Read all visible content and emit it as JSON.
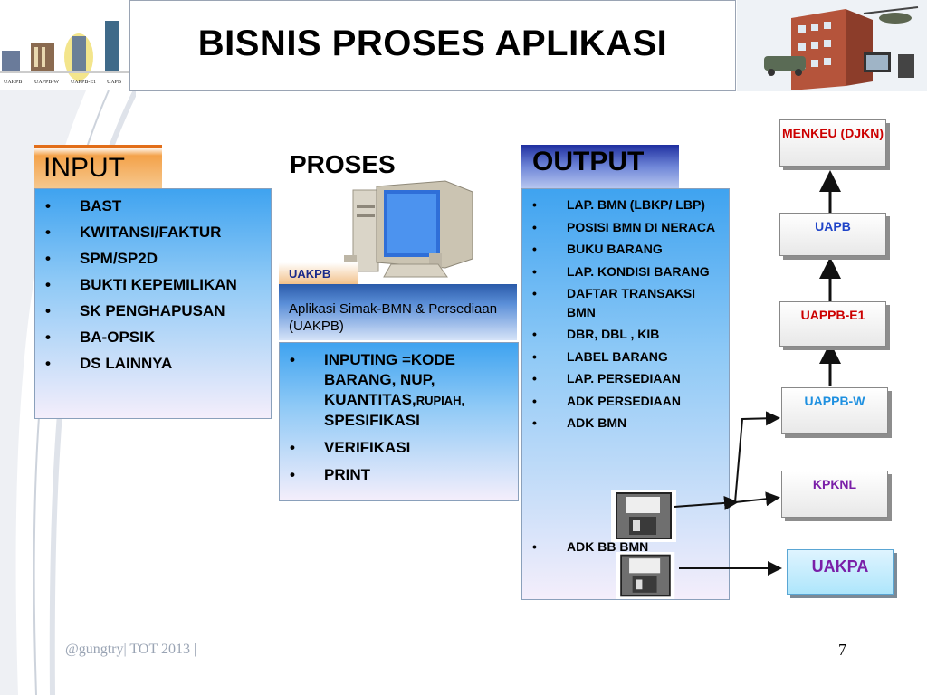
{
  "title": "BISNIS PROSES APLIKASI",
  "logos": [
    "UAKPB",
    "UAPPB-W",
    "UAPPB-E1",
    "UAPB"
  ],
  "input": {
    "label": "INPUT",
    "items": [
      "BAST",
      "KWITANSI/FAKTUR",
      "SPM/SP2D",
      "BUKTI KEPEMILIKAN",
      "SK PENGHAPUSAN",
      "BA-OPSIK",
      "DS LAINNYA"
    ]
  },
  "process": {
    "label": "PROSES",
    "unit": "UAKPB",
    "app": "Aplikasi Simak-BMN & Persediaan (UAKPB)",
    "items": {
      "i0_part1": "INPUTING =KODE BARANG, NUP, KUANTITAS,",
      "i0_small": "RUPIAH,",
      "i0_part2": "SPESIFIKASI",
      "i1": "VERIFIKASI",
      "i2": "PRINT"
    }
  },
  "output": {
    "label": "OUTPUT",
    "items": [
      "LAP. BMN (LBKP/ LBP)",
      "POSISI BMN DI NERACA",
      "BUKU BARANG",
      "LAP. KONDISI BARANG",
      "DAFTAR TRANSAKSI BMN",
      "DBR, DBL , KIB",
      "LABEL BARANG",
      "LAP. PERSEDIAAN",
      "ADK PERSEDIAAN",
      "ADK BMN",
      "ADK BB BMN"
    ]
  },
  "hierarchy": {
    "menkeu": "MENKEU (DJKN)",
    "uapb": "UAPB",
    "uappb_e1": "UAPPB-E1",
    "uappb_w": "UAPPB-W",
    "kpknl": "KPKNL",
    "uakpa": "UAKPA"
  },
  "colors": {
    "red": "#cc0000",
    "blue": "#1f44c8",
    "sky": "#1e90e0",
    "purple": "#7a1fa8"
  },
  "footer": {
    "left": "@gungtry| TOT 2013 |",
    "page": "7"
  }
}
